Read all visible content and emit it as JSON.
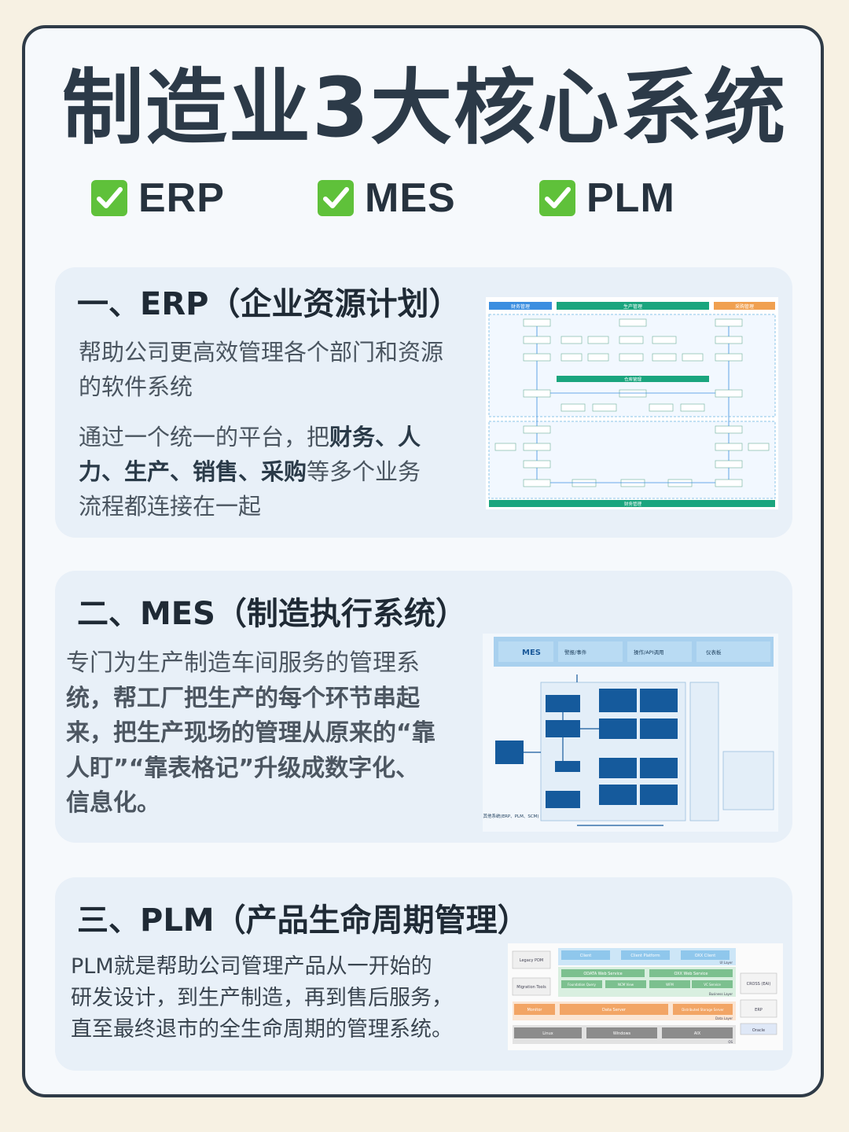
{
  "title": "制造业3大核心系统",
  "checks": [
    {
      "label": "ERP"
    },
    {
      "label": "MES"
    },
    {
      "label": "PLM"
    }
  ],
  "erp": {
    "title": "一、ERP（企业资源计划）",
    "p1_line1": "帮助公司更高效管理各个部门和资源",
    "p1_line2": "的软件系统",
    "p2_line1_a": "通过一个统一的平台，把",
    "p2_line1_b": "财务、人",
    "p2_line2_a": "力、生产、销售、采购",
    "p2_line2_b": "等多个业务",
    "p2_line3": "流程都连接在一起",
    "diagram": {
      "headers": [
        "财务管理",
        "生产管理",
        "采购管理"
      ],
      "middle_bar": "仓库管理",
      "bottom_bar": "财务管理"
    }
  },
  "mes": {
    "title": "二、MES（制造执行系统）",
    "line1": "专门为生产制造车间服务的管理系",
    "line2": "统，帮工厂把生产的每个环节串起",
    "line3": "来，把生产现场的管理从原来的“靠",
    "line4": "人盯”“靠表格记”升级成数字化、",
    "line5": "信息化。",
    "diagram": {
      "bar_items": [
        "MES",
        "警报/事件",
        "操作/API调用",
        "仪表板"
      ],
      "bottom_caption": "其他系统(ERP、PLM、SCM)"
    }
  },
  "plm": {
    "title": "三、PLM（产品生命周期管理）",
    "line1": "PLM就是帮助公司管理产品从一开始的",
    "line2": "研发设计，到生产制造，再到售后服务，",
    "line3": "直至最终退市的全生命周期的管理系统。",
    "diagram": {
      "left": [
        "Legacy PDM",
        "Migration Tools"
      ],
      "right": [
        "CROSS (EAI)",
        "ERP",
        "Oracle"
      ],
      "ui_layer": [
        "Client",
        "Client Platform",
        "OXX Client"
      ],
      "svc_layer": [
        "ODATA Web Service",
        "OXX Web Service"
      ],
      "biz_layer": [
        "Foundation Query",
        "NCM View",
        "WFM",
        "VC Service"
      ],
      "data_layer": [
        "Monitor",
        "Data Server",
        "Distributed Storage Server"
      ],
      "os_layer": [
        "Linux",
        "Windows",
        "AIX"
      ],
      "layer_labels": [
        "UI Layer",
        "Business Layer",
        "Data Layer",
        "OS"
      ]
    }
  },
  "colors": {
    "accent_green": "#5fc13a",
    "erp_blue": "#3b8ee0",
    "erp_teal": "#1aa57e",
    "erp_orange": "#f0a050",
    "mes_blue": "#155a9c",
    "plm_orange": "#f2a565"
  }
}
